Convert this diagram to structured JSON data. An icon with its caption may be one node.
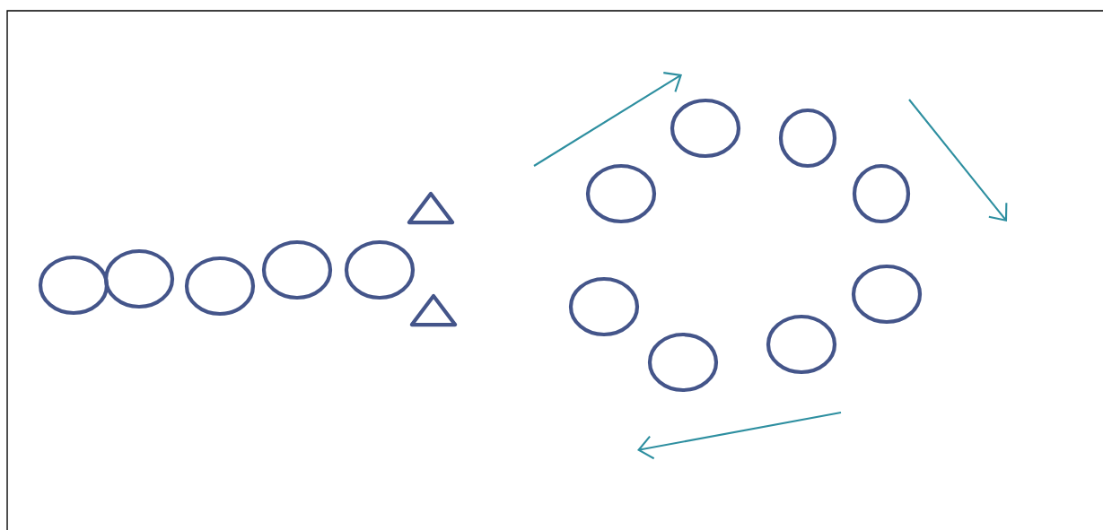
{
  "diagram": {
    "nodes": [
      {
        "text": [],
        "shape": "circle"
      },
      {
        "text": [],
        "shape": "circle"
      },
      {
        "text": [],
        "shape": "circle"
      },
      {
        "text": [],
        "shape": "circle"
      },
      {
        "text": [],
        "shape": "circle"
      },
      {
        "text": [],
        "shape": "triangle"
      },
      {
        "text": [],
        "shape": "triangle"
      },
      {
        "text": [],
        "shape": "circle"
      },
      {
        "text": [],
        "shape": "circle"
      },
      {
        "text": [],
        "shape": "circle"
      },
      {
        "text": [],
        "shape": "circle"
      },
      {
        "text": [],
        "shape": "circle"
      },
      {
        "text": [],
        "shape": "circle"
      },
      {
        "text": [],
        "shape": "circle"
      },
      {
        "text": [],
        "shape": "circle"
      }
    ]
  }
}
